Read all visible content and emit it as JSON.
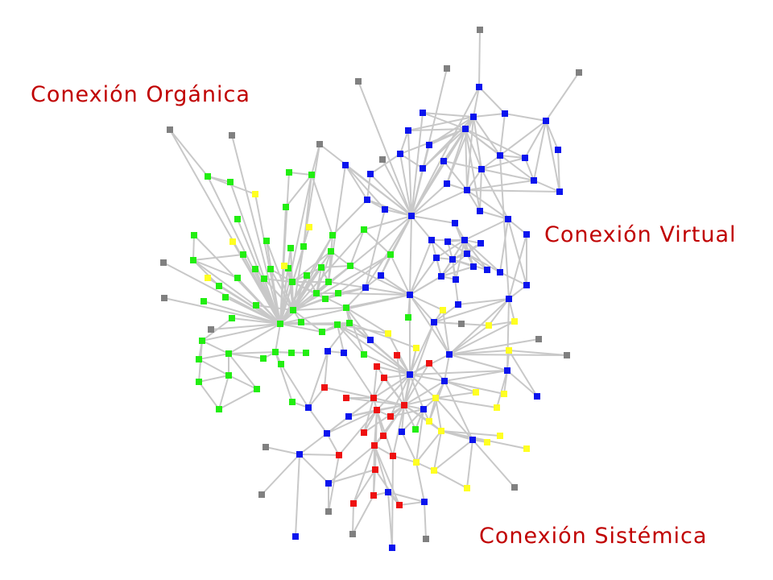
{
  "labels": {
    "organica": "Conexión Orgánica",
    "virtual": "Conexión Virtual",
    "sistemica": "Conexión Sistémica"
  },
  "colors": {
    "label": "#c00000",
    "edge": "#c8c8c8",
    "green": "#22ee11",
    "yellow": "#ffff22",
    "blue": "#0a14ee",
    "red": "#ee1111",
    "gray": "#808080"
  }
}
